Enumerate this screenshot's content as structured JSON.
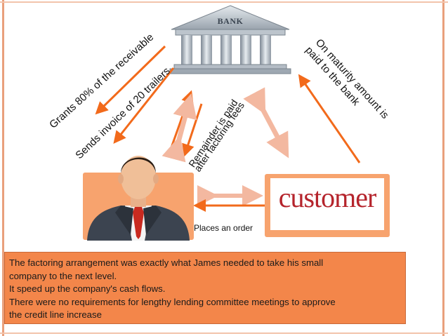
{
  "bank": {
    "sign": "BANK"
  },
  "arrows": {
    "grants": "Grants 80% of the receivable",
    "sends": "Sends invoice of 20 trailers",
    "remainder_line1": "Remainder is paid",
    "remainder_line2": "after factoring fees",
    "maturity_line1": "On maturity amount is",
    "maturity_line2": "paid to the bank",
    "places": "Places an order"
  },
  "customer": {
    "word": "customer"
  },
  "info": {
    "lines": [
      "The factoring arrangement was exactly what James needed to take his small",
      "company to the next level.",
      "It speed up the company's cash flows.",
      "There were no requirements for lengthy lending committee meetings to approve",
      "the credit line increase"
    ]
  },
  "colors": {
    "arrow_orange": "#f26a1b",
    "box_orange": "#f3864a",
    "customer_red": "#b5242c"
  }
}
